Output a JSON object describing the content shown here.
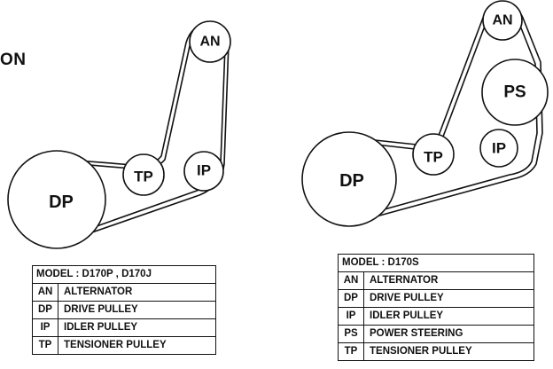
{
  "partial_title": "ON",
  "left_model": {
    "model_label": "MODEL : D170P , D170J",
    "pulleys": {
      "AN": "AN",
      "TP": "TP",
      "IP": "IP",
      "DP": "DP"
    },
    "legend": [
      {
        "code": "AN",
        "name": "ALTERNATOR"
      },
      {
        "code": "DP",
        "name": "DRIVE PULLEY"
      },
      {
        "code": "IP",
        "name": "IDLER PULLEY"
      },
      {
        "code": "TP",
        "name": "TENSIONER PULLEY"
      }
    ]
  },
  "right_model": {
    "model_label": "MODEL : D170S",
    "pulleys": {
      "AN": "AN",
      "PS": "PS",
      "TP": "TP",
      "IP": "IP",
      "DP": "DP"
    },
    "legend": [
      {
        "code": "AN",
        "name": "ALTERNATOR"
      },
      {
        "code": "DP",
        "name": "DRIVE PULLEY"
      },
      {
        "code": "IP",
        "name": "IDLER PULLEY"
      },
      {
        "code": "PS",
        "name": "POWER STEERING"
      },
      {
        "code": "TP",
        "name": "TENSIONER PULLEY"
      }
    ]
  }
}
